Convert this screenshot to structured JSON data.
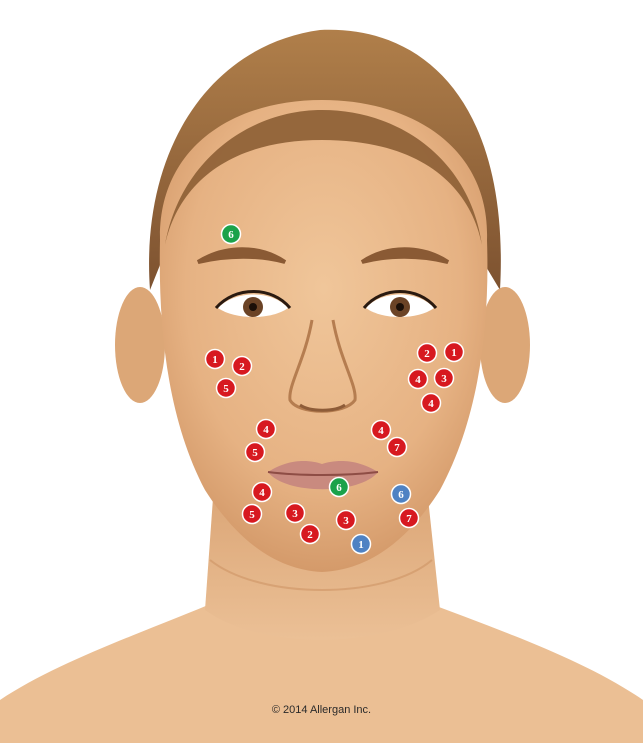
{
  "copyright": "© 2014 Allergan Inc.",
  "colors": {
    "red": "#d71920",
    "green": "#1aa24a",
    "blue": "#4f82c3",
    "skin": "#e9b98c",
    "hair": "#9a6a3c"
  },
  "markers": [
    {
      "label": "6",
      "color": "green"
    },
    {
      "label": "1",
      "color": "red"
    },
    {
      "label": "2",
      "color": "red"
    },
    {
      "label": "5",
      "color": "red"
    },
    {
      "label": "2",
      "color": "red"
    },
    {
      "label": "1",
      "color": "red"
    },
    {
      "label": "4",
      "color": "red"
    },
    {
      "label": "3",
      "color": "red"
    },
    {
      "label": "4",
      "color": "red"
    },
    {
      "label": "4",
      "color": "red"
    },
    {
      "label": "5",
      "color": "red"
    },
    {
      "label": "4",
      "color": "red"
    },
    {
      "label": "7",
      "color": "red"
    },
    {
      "label": "6",
      "color": "green"
    },
    {
      "label": "6",
      "color": "blue"
    },
    {
      "label": "4",
      "color": "red"
    },
    {
      "label": "5",
      "color": "red"
    },
    {
      "label": "3",
      "color": "red"
    },
    {
      "label": "3",
      "color": "red"
    },
    {
      "label": "7",
      "color": "red"
    },
    {
      "label": "2",
      "color": "red"
    },
    {
      "label": "1",
      "color": "blue"
    }
  ]
}
